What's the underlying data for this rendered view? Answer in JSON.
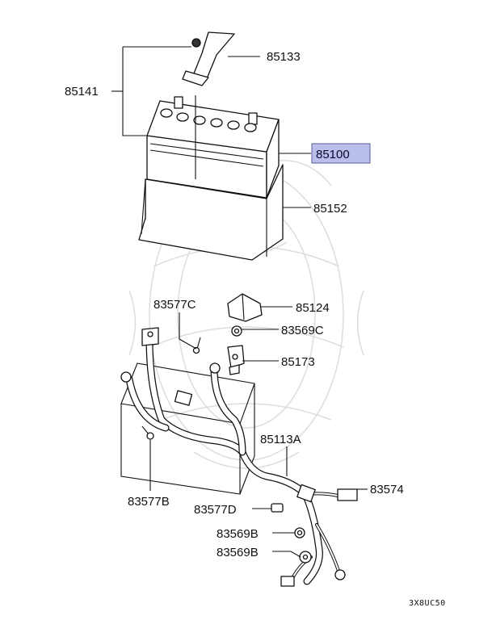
{
  "parts": {
    "p85133": "85133",
    "p85141": "85141",
    "p85100": "85100",
    "p85152": "85152",
    "p83577C": "83577C",
    "p85124": "85124",
    "p83569C": "83569C",
    "p85173": "85173",
    "p85113A": "85113A",
    "p83577B": "83577B",
    "p83574": "83574",
    "p83577D": "83577D",
    "p83569B_1": "83569B",
    "p83569B_2": "83569B"
  },
  "diagram_code": "3X8UC50",
  "colors": {
    "highlight_fill": "#b9bfea",
    "highlight_stroke": "#5a5f9c",
    "watermark": "#d9d9d9"
  }
}
